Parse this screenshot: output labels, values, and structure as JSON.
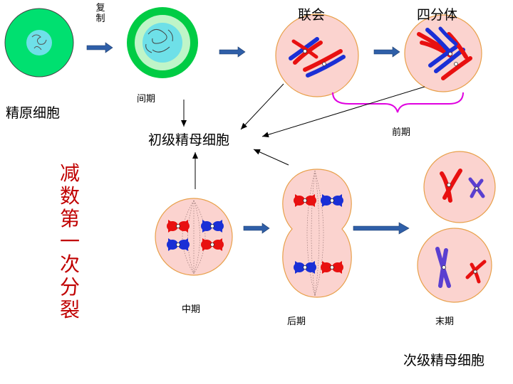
{
  "labels": {
    "spermatogonium": "精原细胞",
    "replication": "复\n制",
    "interphase": "间期",
    "synapsis": "联会",
    "tetrad": "四分体",
    "prophase": "前期",
    "primary_spermatocyte": "初级精母细胞",
    "metaphase": "中期",
    "anaphase": "后期",
    "telophase": "末期",
    "secondary_spermatocyte": "次级精母细胞",
    "meiosis_one": "减数第一次分裂"
  },
  "colors": {
    "cell_fill": "#fbd3cf",
    "cell_border": "#e8a04a",
    "chromosome_red": "#e81010",
    "chromosome_blue": "#1a2fd6",
    "chromosome_violet": "#5a3fd0",
    "nucleus_green": "#00e070",
    "nucleus_cyan": "#6ee0e8",
    "arrow_fill": "#2f5fa8",
    "bracket_magenta": "#e000e0",
    "title_red": "#c00000"
  }
}
